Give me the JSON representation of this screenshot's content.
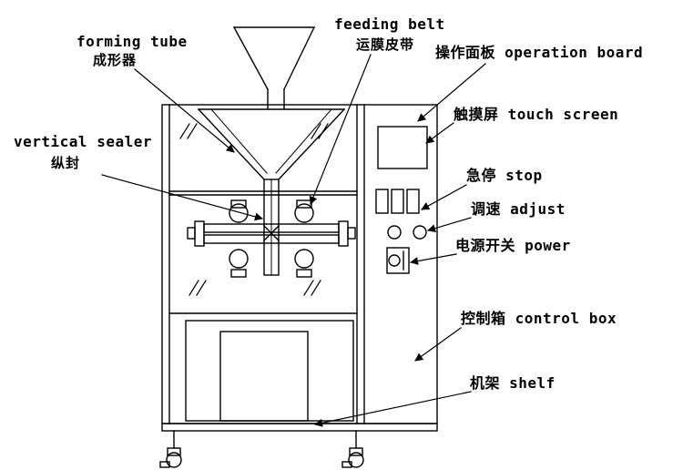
{
  "labels": {
    "forming_tube_en": "forming tube",
    "forming_tube_zh": "成形器",
    "feeding_belt_en": "feeding belt",
    "feeding_belt_zh": "运膜皮带",
    "operation_board": "操作面板 operation board",
    "touch_screen": "触摸屏 touch screen",
    "vertical_sealer_en": "vertical sealer",
    "vertical_sealer_zh": "纵封",
    "stop": "急停 stop",
    "adjust": "调速 adjust",
    "power": "电源开关 power",
    "control_box": "控制箱 control box",
    "shelf": "机架 shelf"
  },
  "colors": {
    "line": "#000000",
    "background": "#ffffff"
  }
}
